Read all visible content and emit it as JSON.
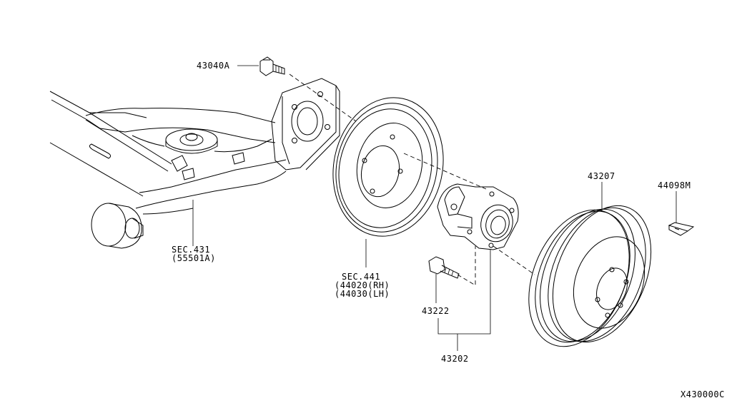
{
  "parts": {
    "bolt_top": "43040A",
    "axle_ref": "SEC.431",
    "axle_sub": "(55501A)",
    "backplate_ref": "SEC.441",
    "backplate_rh": "(44020(RH)",
    "backplate_lh": "(44030(LH)",
    "hub_bolt": "43222",
    "hub_assembly": "43202",
    "drum": "43207",
    "clip": "44098M"
  },
  "diagram_code": "X430000C"
}
